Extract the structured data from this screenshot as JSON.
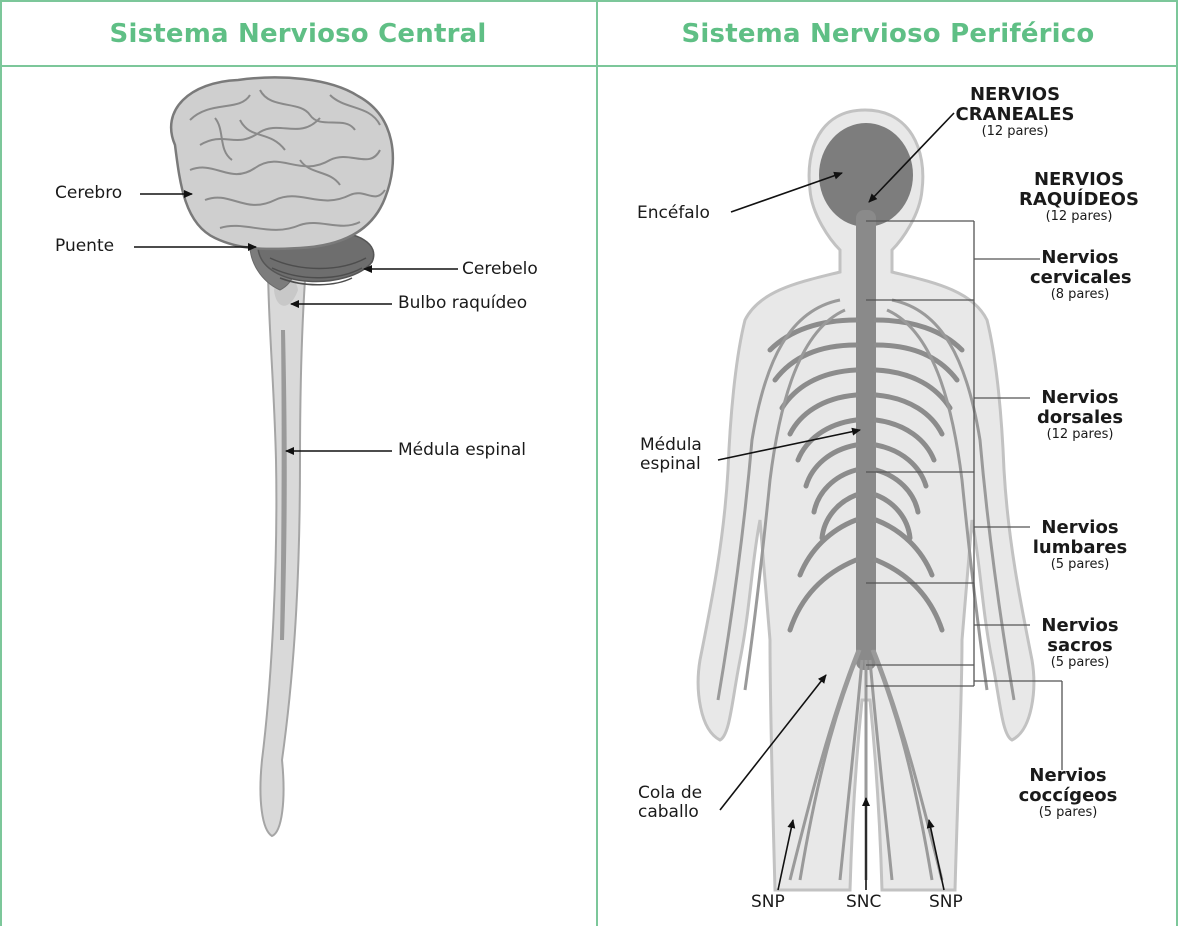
{
  "headers": {
    "left": "Sistema Nervioso Central",
    "right": "Sistema Nervioso Periférico"
  },
  "central": {
    "cerebro": "Cerebro",
    "puente": "Puente",
    "cerebelo": "Cerebelo",
    "bulbo": "Bulbo raquídeo",
    "medula": "Médula espinal"
  },
  "peripheral": {
    "craneales": {
      "title_1": "NERVIOS",
      "title_2": "CRANEALES",
      "count": "(12 pares)"
    },
    "raquideos": {
      "title_1": "NERVIOS",
      "title_2": "RAQUÍDEOS",
      "count": "(12 pares)"
    },
    "cervicales": {
      "title_1": "Nervios",
      "title_2": "cervicales",
      "count": "(8 pares)"
    },
    "dorsales": {
      "title_1": "Nervios",
      "title_2": "dorsales",
      "count": "(12 pares)"
    },
    "lumbares": {
      "title_1": "Nervios",
      "title_2": "lumbares",
      "count": "(5 pares)"
    },
    "sacros": {
      "title_1": "Nervios",
      "title_2": "sacros",
      "count": "(5 pares)"
    },
    "coccigeos": {
      "title_1": "Nervios",
      "title_2": "coccígeos",
      "count": "(5 pares)"
    },
    "encefalo": "Encéfalo",
    "medula_1": "Médula",
    "medula_2": "espinal",
    "cola_1": "Cola de",
    "cola_2": "caballo",
    "snp_left": "SNP",
    "snc": "SNC",
    "snp_right": "SNP"
  },
  "colors": {
    "accent": "#5fbf85",
    "frame": "#7cc79a",
    "tissue": "#8a8a8a"
  }
}
